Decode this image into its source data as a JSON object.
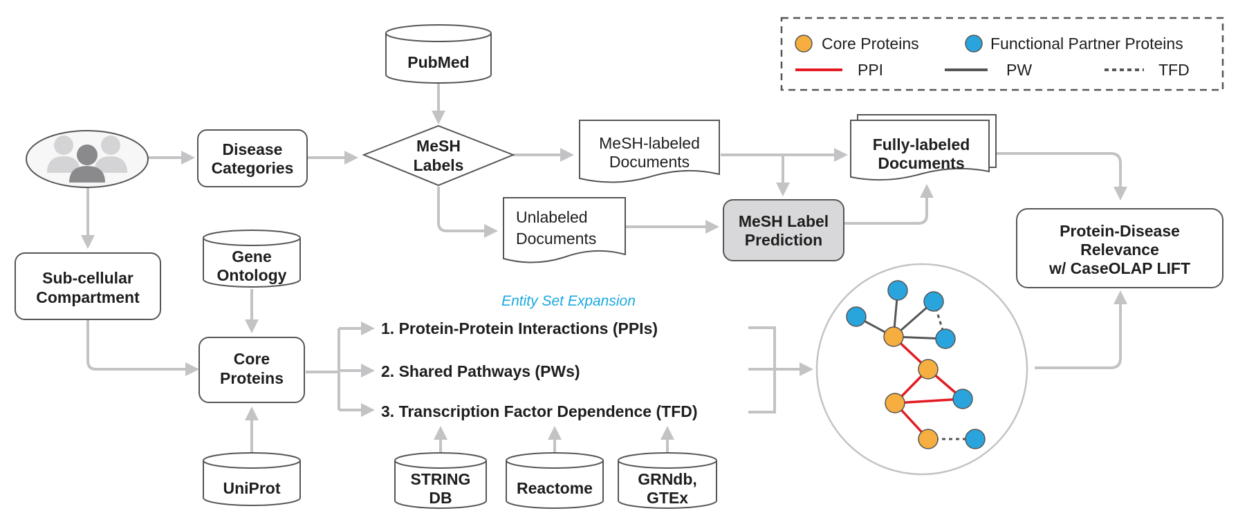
{
  "legend": {
    "core": "Core Proteins",
    "partner": "Functional Partner Proteins",
    "ppi": "PPI",
    "pw": "PW",
    "tfd": "TFD"
  },
  "nodes": {
    "pubmed": "PubMed",
    "mesh_labels": [
      "MeSH",
      "Labels"
    ],
    "disease_categories": [
      "Disease",
      "Categories"
    ],
    "mesh_labeled_docs": [
      "MeSH-labeled",
      "Documents"
    ],
    "fully_labeled_docs": [
      "Fully-labeled",
      "Documents"
    ],
    "unlabeled_docs": [
      "Unlabeled",
      "Documents"
    ],
    "mesh_label_prediction": [
      "MeSH Label",
      "Prediction"
    ],
    "protein_disease": [
      "Protein-Disease",
      "Relevance",
      "w/ CaseOLAP LIFT"
    ],
    "subcellular": [
      "Sub-cellular",
      "Compartment"
    ],
    "gene_ontology": [
      "Gene",
      "Ontology"
    ],
    "core_proteins": [
      "Core",
      "Proteins"
    ],
    "uniprot": "UniProt",
    "string_db": [
      "STRING",
      "DB"
    ],
    "reactome": "Reactome",
    "grndb": [
      "GRNdb,",
      "GTEx"
    ]
  },
  "expansion": {
    "title": "Entity Set Expansion",
    "items": [
      "1. Protein-Protein Interactions (PPIs)",
      "2. Shared Pathways (PWs)",
      "3. Transcription Factor Dependence (TFD)"
    ]
  },
  "colors": {
    "core": "#f5ae3f",
    "partner": "#2aa4dd",
    "ppi": "#e21b23",
    "pw": "#555555",
    "arrow": "#c3c3c5",
    "accent_text": "#1ba8e0",
    "shaded_box": "#d8d8da"
  }
}
